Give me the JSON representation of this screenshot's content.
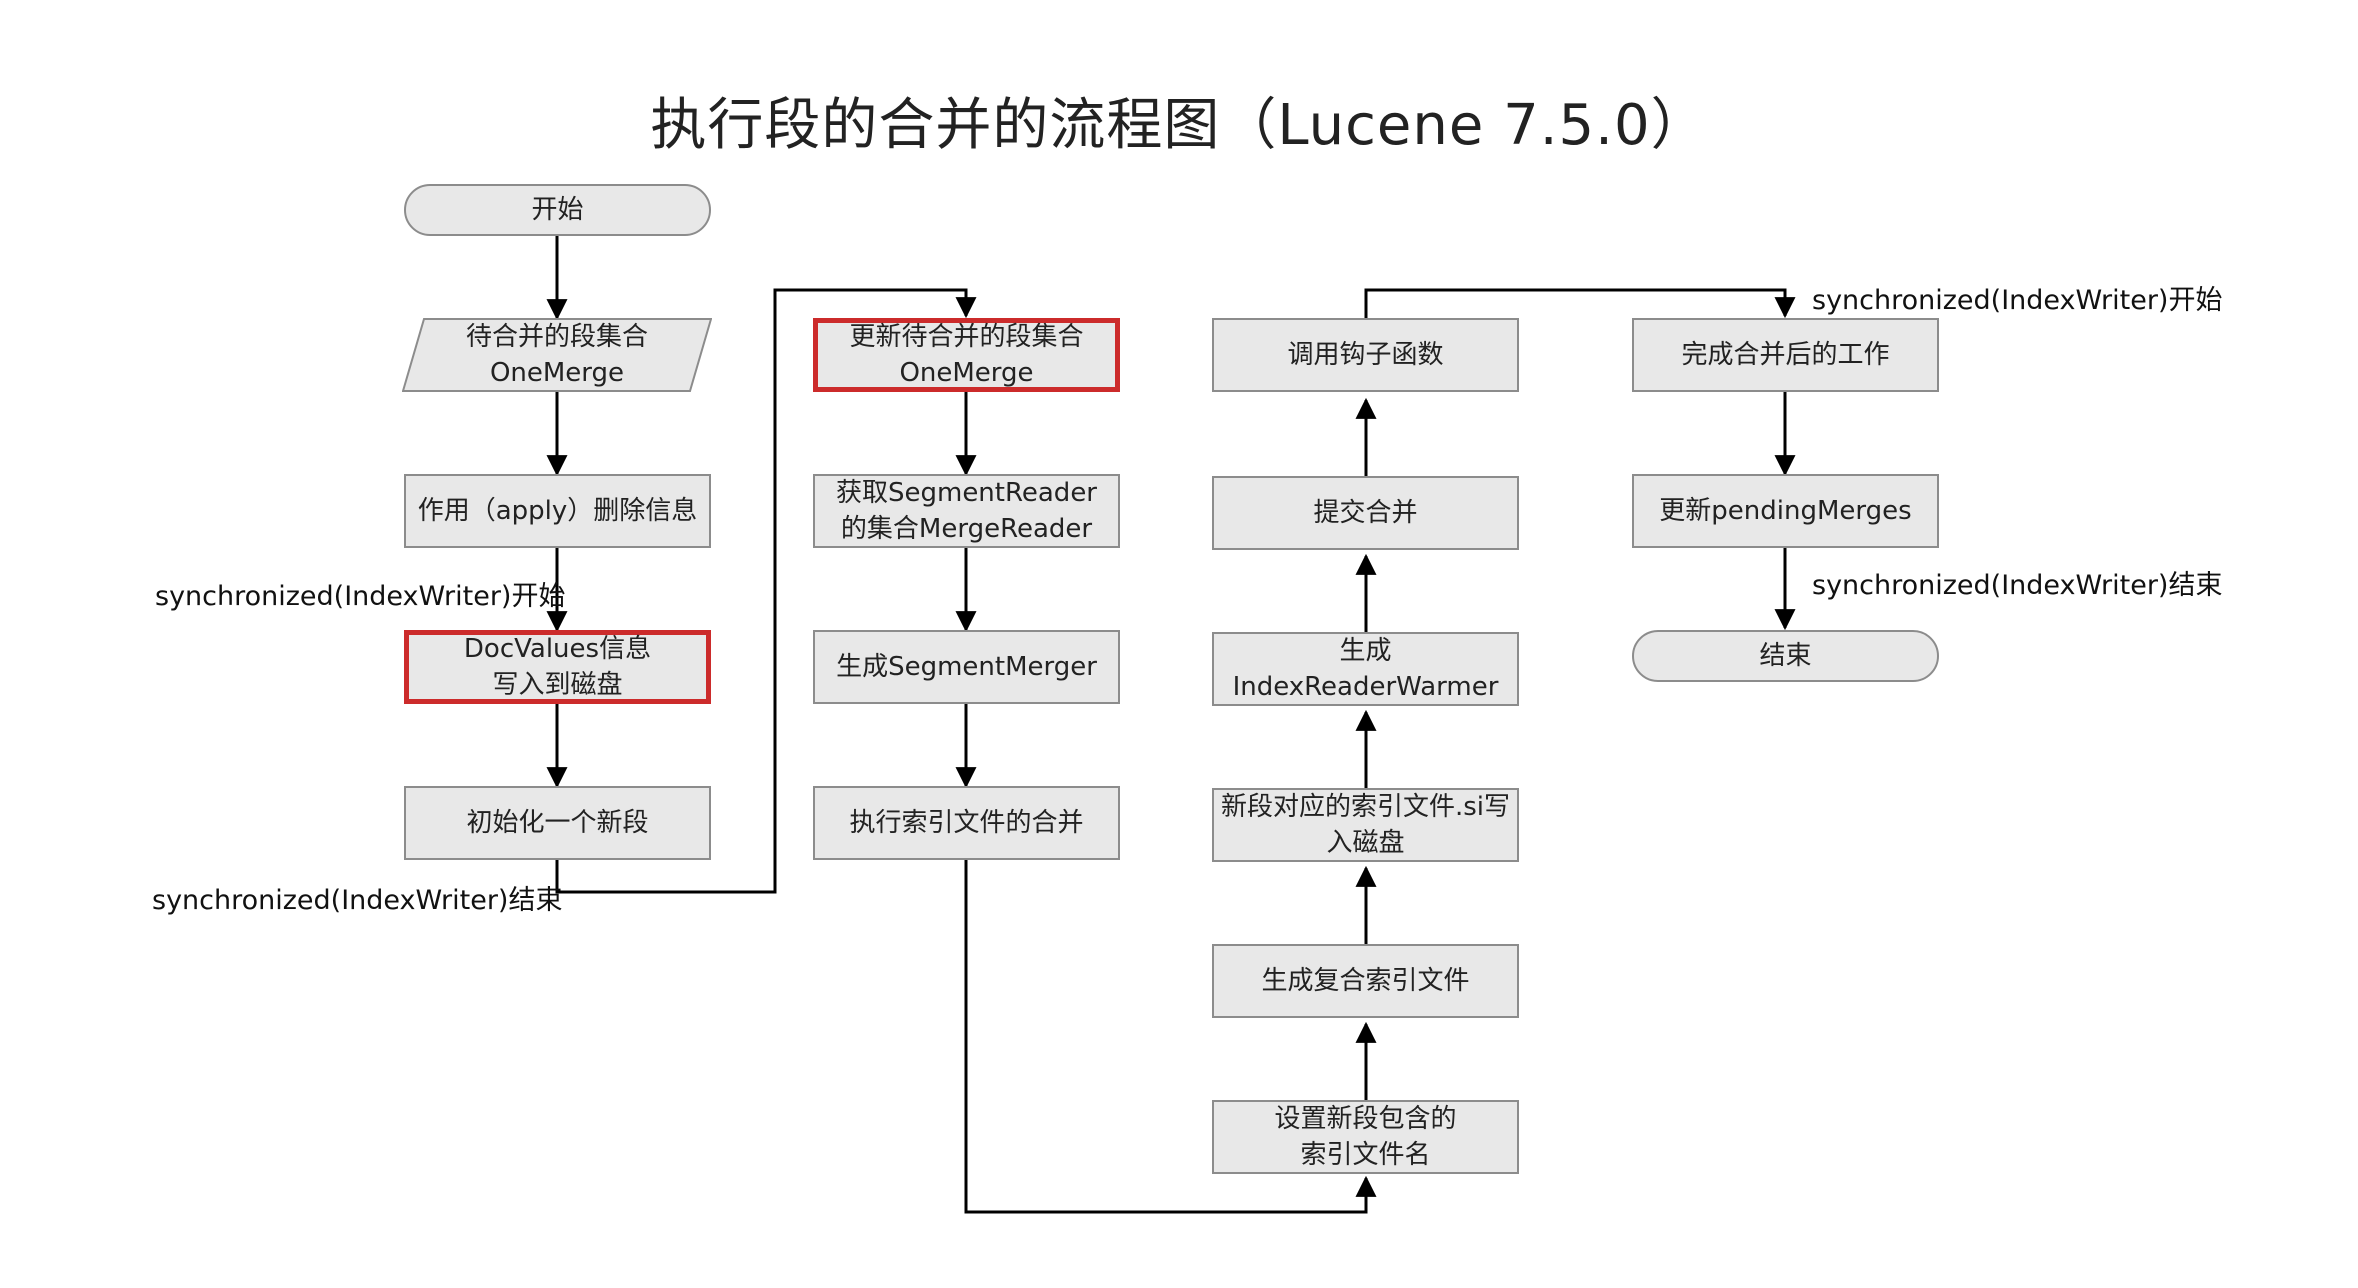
{
  "title": "执行段的合并的流程图（Lucene 7.5.0）",
  "nodes": {
    "start": "开始",
    "pending_set": [
      "待合并的段集合",
      "OneMerge"
    ],
    "apply_deletes": "作用（apply）删除信息",
    "docvalues": [
      "DocValues信息",
      "写入到磁盘"
    ],
    "init_segment": "初始化一个新段",
    "update_pending": [
      "更新待合并的段集合",
      "OneMerge"
    ],
    "get_readers": [
      "获取SegmentReader",
      "的集合MergeReader"
    ],
    "gen_merger": "生成SegmentMerger",
    "exec_merge": "执行索引文件的合并",
    "set_names": [
      "设置新段包含的",
      "索引文件名"
    ],
    "gen_compound": "生成复合索引文件",
    "write_si": [
      "新段对应的索引文件.si写",
      "入磁盘"
    ],
    "gen_warmer": "生成IndexReaderWarmer",
    "commit": "提交合并",
    "hook": "调用钩子函数",
    "finish_work": "完成合并后的工作",
    "update_merges": "更新pendingMerges",
    "end": "结束"
  },
  "notes": {
    "sync_start_left": "synchronized(IndexWriter)开始",
    "sync_end_left": "synchronized(IndexWriter)结束",
    "sync_start_right": "synchronized(IndexWriter)开始",
    "sync_end_right": "synchronized(IndexWriter)结束"
  },
  "colors": {
    "box_fill": "#e8e8e8",
    "box_border": "#8c8c8c",
    "highlight": "#cc2b2b",
    "line": "#000000"
  }
}
